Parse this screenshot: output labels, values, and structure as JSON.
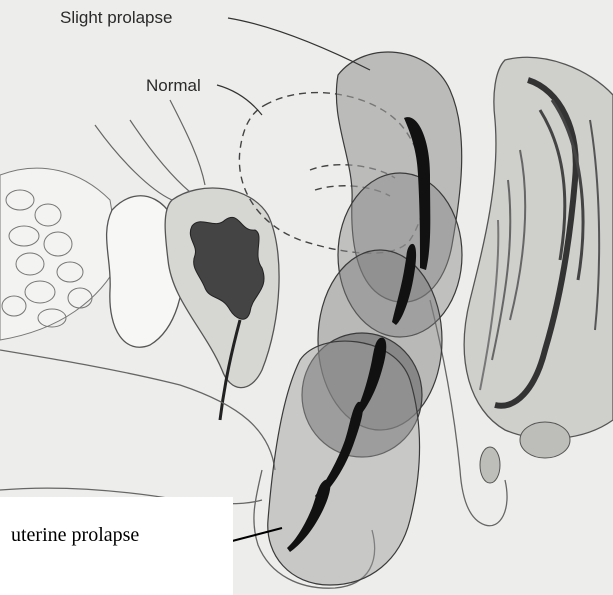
{
  "labels": {
    "slight_prolapse": "Slight prolapse",
    "normal": "Normal",
    "uterine_prolapse": "uterine prolapse"
  },
  "colors": {
    "background": "#ededeb",
    "outline": "#555555",
    "uterus_fill": "#9a9a9a",
    "canal": "#111111"
  }
}
